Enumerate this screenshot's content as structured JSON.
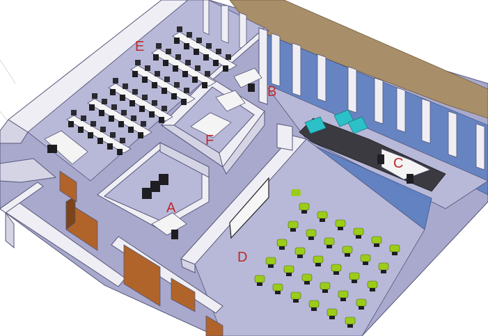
{
  "diagram": {
    "room_labels": {
      "A": "A",
      "B": "B",
      "C": "C",
      "D": "D",
      "E": "E",
      "F": "F"
    },
    "colors": {
      "floor": "#a9a9cd",
      "floor_light": "#b8b8d8",
      "wall_top": "#eeeef4",
      "wall_face": "#d4d4e4",
      "wall_dark": "#7f7fa8",
      "door": "#b0642a",
      "door_dark": "#7c4418",
      "gravel": "#a88f6a",
      "glass": "#5b7ec0",
      "desk": "#f4f4f4",
      "chair": "#1e1e22",
      "lounge_chair": "#9ccc1a",
      "cyan_seat": "#2cc0c8",
      "monitor": "#2a2a30",
      "dark_counter": "#3a3a40",
      "label": "#c0282a"
    }
  }
}
